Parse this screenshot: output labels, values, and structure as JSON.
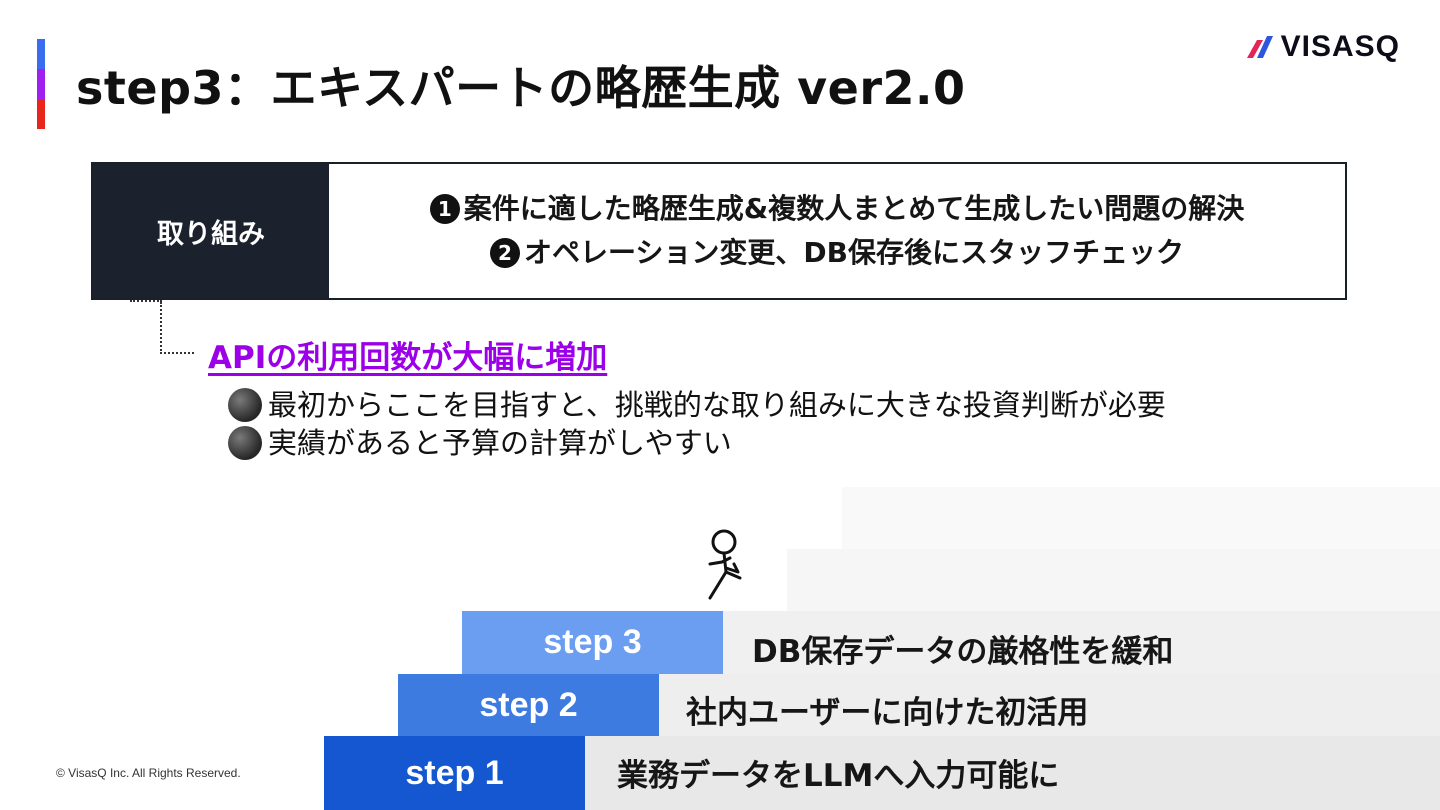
{
  "slide": {
    "title": "step3：エキスパートの略歴生成 ver2.0",
    "accent_colors": [
      "#3a6cf0",
      "#a020f0",
      "#e8261c"
    ]
  },
  "logo": {
    "text": "VISASQ",
    "mark_colors": [
      "#e0265a",
      "#2c55e0"
    ]
  },
  "initiative": {
    "label": "取り組み",
    "items": [
      {
        "number": "1",
        "text": "案件に適した略歴生成&複数人まとめて生成したい問題の解決"
      },
      {
        "number": "2",
        "text": "オペレーション変更、DB保存後にスタッフチェック"
      }
    ]
  },
  "highlight": {
    "text": "APIの利用回数が大幅に増加",
    "color": "#9b00e8"
  },
  "bullets": [
    "最初からここを目指すと、挑戦的な取り組みに大きな投資判断が必要",
    "実績があると予算の計算がしやすい"
  ],
  "steps": [
    {
      "label": "step 1",
      "description": "業務データをLLMへ入力可能に",
      "color": "#1457d1"
    },
    {
      "label": "step 2",
      "description": "社内ユーザーに向けた初活用",
      "color": "#3e7be0"
    },
    {
      "label": "step 3",
      "description": "DB保存データの厳格性を緩和",
      "color": "#6b9ef0"
    }
  ],
  "figure_icon": "running-stick-figure-icon",
  "footer": {
    "copyright": "© VisasQ Inc. All Rights Reserved."
  }
}
